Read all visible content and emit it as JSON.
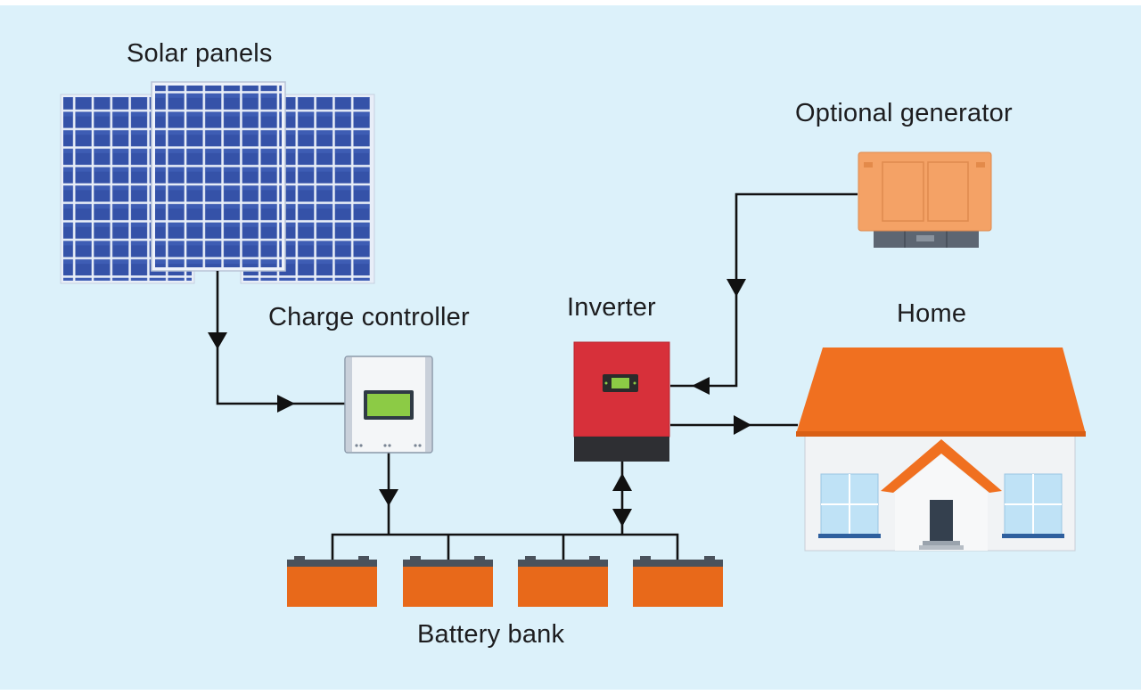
{
  "labels": {
    "solar_panels": "Solar panels",
    "charge_controller": "Charge controller",
    "inverter": "Inverter",
    "home": "Home",
    "optional_generator": "Optional generator",
    "battery_bank": "Battery bank"
  },
  "controller_buttons": [
    "● ○",
    "● ●",
    "● ○"
  ],
  "colors": {
    "background": "#dcf1fa",
    "panel_blue": "#2f4fa0",
    "inverter_red": "#d7303a",
    "generator_orange": "#f4a266",
    "battery_orange": "#e8691a",
    "roof_orange": "#f07020",
    "line": "#111111"
  }
}
